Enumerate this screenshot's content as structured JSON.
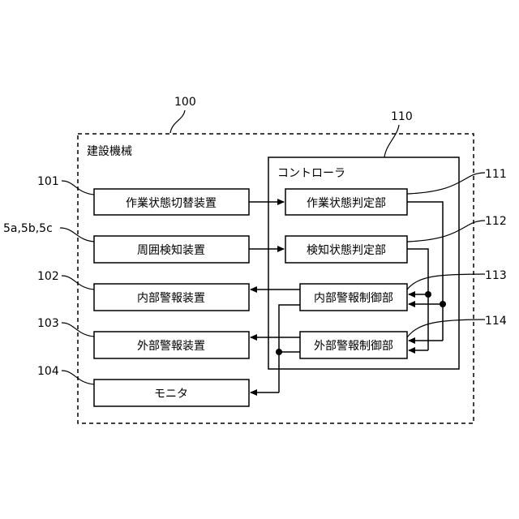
{
  "machine": {
    "label": "建設機械",
    "ref": "100"
  },
  "controller": {
    "label": "コントローラ",
    "ref": "110"
  },
  "left_boxes": [
    {
      "id": "work-state-switch",
      "label": "作業状態切替装置",
      "ref": "101"
    },
    {
      "id": "surrounding-detector",
      "label": "周囲検知装置",
      "ref": "5a,5b,5c"
    },
    {
      "id": "internal-alarm",
      "label": "内部警報装置",
      "ref": "102"
    },
    {
      "id": "external-alarm",
      "label": "外部警報装置",
      "ref": "103"
    },
    {
      "id": "monitor",
      "label": "モニタ",
      "ref": "104"
    }
  ],
  "controller_boxes": [
    {
      "id": "work-state-judge",
      "label": "作業状態判定部",
      "ref": "111"
    },
    {
      "id": "detection-state-judge",
      "label": "検知状態判定部",
      "ref": "112"
    },
    {
      "id": "internal-alarm-control",
      "label": "内部警報制御部",
      "ref": "113"
    },
    {
      "id": "external-alarm-control",
      "label": "外部警報制御部",
      "ref": "114"
    }
  ]
}
